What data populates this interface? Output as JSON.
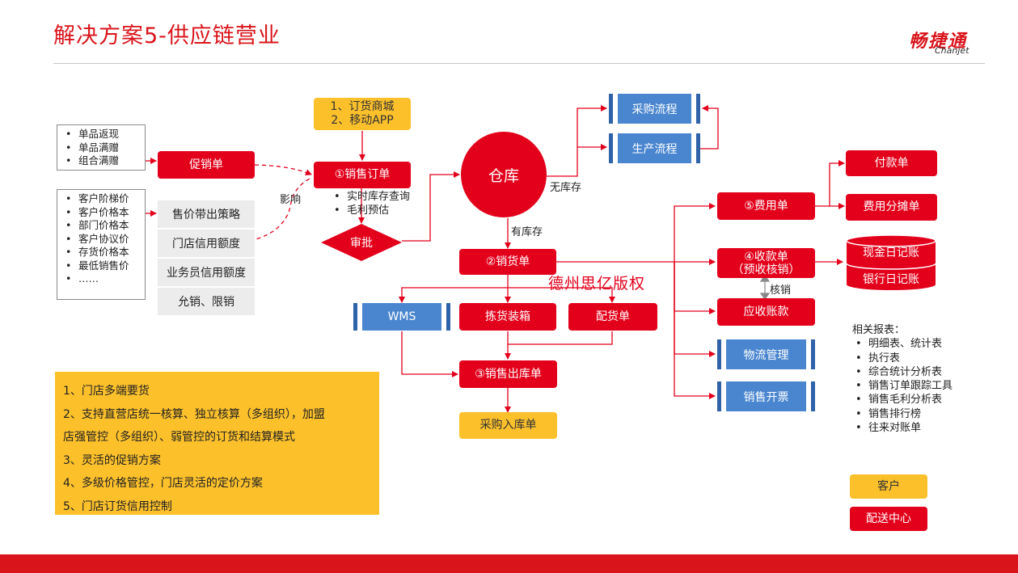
{
  "title": "解决方案5-供应链营业",
  "logo": {
    "cn": "畅捷通",
    "en": "Chanjet"
  },
  "promo_list": [
    "单品返现",
    "单品满赠",
    "组合满赠"
  ],
  "price_list": [
    "客户阶梯价",
    "客户价格本",
    "部门价格本",
    "客户协议价",
    "存货价格本",
    "最低销售价",
    "……"
  ],
  "strategies": [
    "售价带出策略",
    "门店信用额度",
    "业务员信用额度",
    "允销、限销"
  ],
  "order_source": {
    "line1": "1、订货商城",
    "line2": "2、移动APP"
  },
  "nodes": {
    "promo_order": "促销单",
    "sales_order": "①销售订单",
    "approve": "审批",
    "warehouse": "仓库",
    "purchase_flow": "采购流程",
    "production_flow": "生产流程",
    "delivery": "②销货单",
    "wms": "WMS",
    "picking": "拣货装箱",
    "allocation": "配货单",
    "outbound": "③销售出库单",
    "purchase_in": "采购入库单",
    "expense": "⑤费用单",
    "receipt_l1": "④收款单",
    "receipt_l2": "（预收核销）",
    "receivable": "应收账款",
    "logistics": "物流管理",
    "invoice": "销售开票",
    "payment": "付款单",
    "expense_alloc": "费用分摊单",
    "cash_journal": "现金日记账",
    "bank_journal": "银行日记账"
  },
  "order_checks": [
    "实时库存查询",
    "毛利预估"
  ],
  "labels": {
    "influence": "影响",
    "no_stock": "无库存",
    "has_stock": "有库存",
    "write_off": "核销"
  },
  "watermark": "德州思亿版权",
  "reports": {
    "title": "相关报表：",
    "items": [
      "明细表、统计表",
      "执行表",
      "综合统计分析表",
      "销售订单跟踪工具",
      "销售毛利分析表",
      "销售排行榜",
      "往来对账单"
    ]
  },
  "legend": {
    "customer": "客户",
    "distribution": "配送中心"
  },
  "notes": [
    "1、门店多端要货",
    "2、支持直营店统一核算、独立核算（多组织），加盟",
    "店强管控（多组织）、弱管控的订货和结算模式",
    "3、灵活的促销方案",
    "4、多级价格管控，门店灵活的定价方案",
    "5、门店订货信用控制"
  ],
  "colors": {
    "red": "#e3001b",
    "yellow": "#fcc02b",
    "blue": "#4a86cf"
  }
}
